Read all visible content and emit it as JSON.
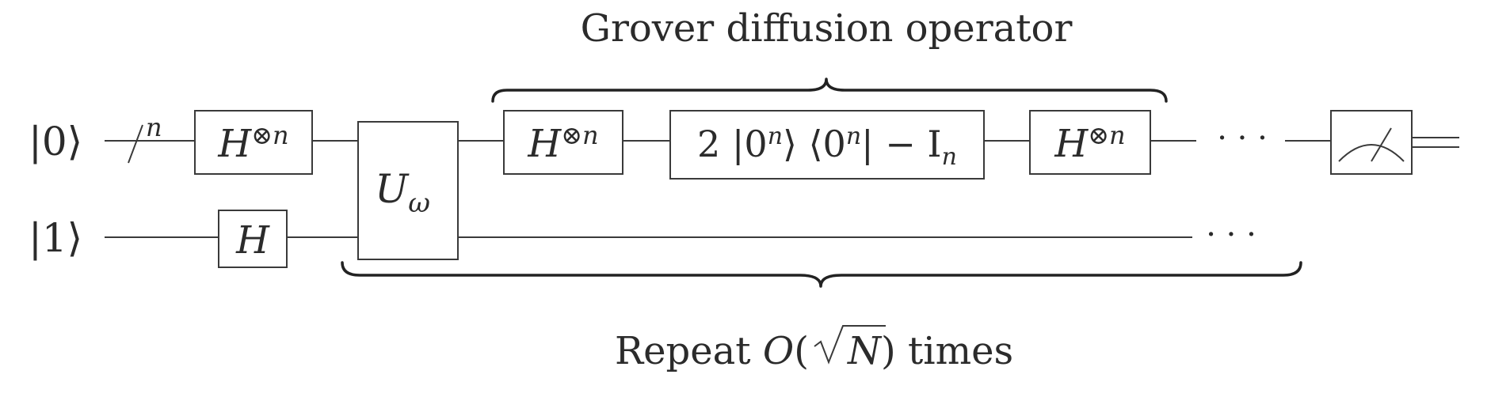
{
  "labels": {
    "top": "Grover diffusion operator",
    "bottom_pre": "Repeat ",
    "bottom_O": "O",
    "bottom_paren_open": "(",
    "bottom_N": "N",
    "bottom_paren_close": ")",
    "bottom_post": " times"
  },
  "qubits": {
    "q0": {
      "ket_open": "|",
      "value": "0",
      "ket_close": "⟩",
      "register_size": "n"
    },
    "q1": {
      "ket_open": "|",
      "value": "1",
      "ket_close": "⟩"
    }
  },
  "gates": {
    "h": "H",
    "tensor": "⊗n",
    "oracle": "U",
    "oracle_sub": "ω",
    "diffusion_coeff": "2 |0",
    "diffusion_sup1": "n",
    "diffusion_mid": "⟩ ⟨0",
    "diffusion_sup2": "n",
    "diffusion_end": "| − I",
    "diffusion_sub": "n"
  },
  "ellipsis": "· · ·"
}
